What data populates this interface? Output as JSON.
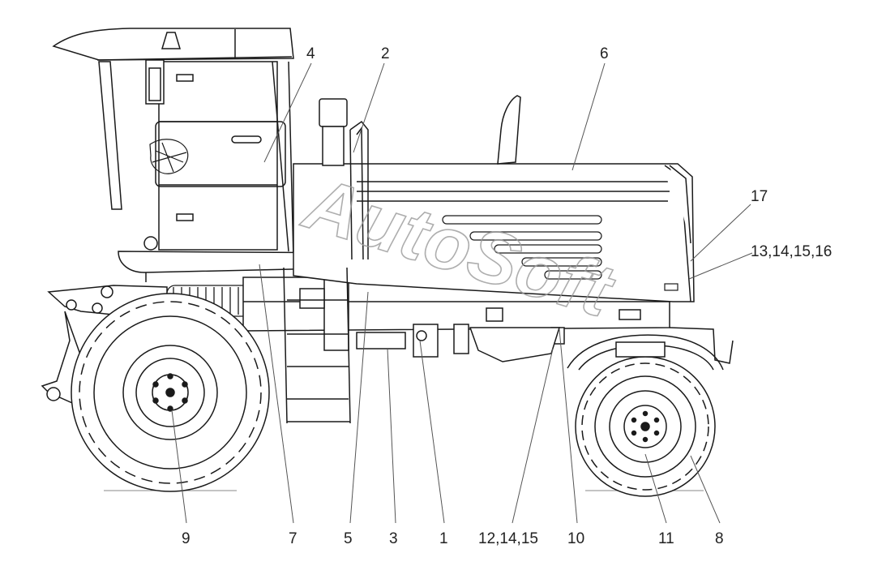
{
  "watermark": "AutoSoft",
  "callouts": {
    "c1": "1",
    "c2": "2",
    "c3": "3",
    "c4": "4",
    "c5": "5",
    "c6": "6",
    "c7": "7",
    "c8": "8",
    "c9": "9",
    "c10": "10",
    "c11": "11",
    "c12": "12,14,15",
    "c13": "13,14,15,16",
    "c17": "17"
  },
  "colors": {
    "line": "#1a1a1a",
    "leader": "#555555",
    "ground": "#888888"
  }
}
